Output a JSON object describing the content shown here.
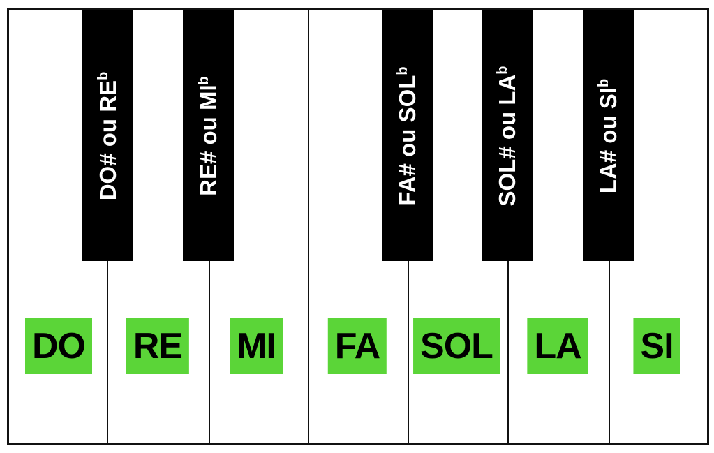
{
  "white_keys": [
    {
      "label": "DO"
    },
    {
      "label": "RE"
    },
    {
      "label": "MI"
    },
    {
      "label": "FA"
    },
    {
      "label": "SOL"
    },
    {
      "label": "LA"
    },
    {
      "label": "SI"
    }
  ],
  "black_keys": [
    {
      "label": "DO# ou RE",
      "accidental": "b"
    },
    {
      "label": "RE# ou MI",
      "accidental": "b"
    },
    {
      "label": "FA# ou SOL",
      "accidental": "b"
    },
    {
      "label": "SOL# ou LA",
      "accidental": "b"
    },
    {
      "label": "LA# ou SI",
      "accidental": "b"
    }
  ],
  "colors": {
    "label_green": "#5bd538",
    "black_key": "#000000",
    "outline": "#111111"
  }
}
